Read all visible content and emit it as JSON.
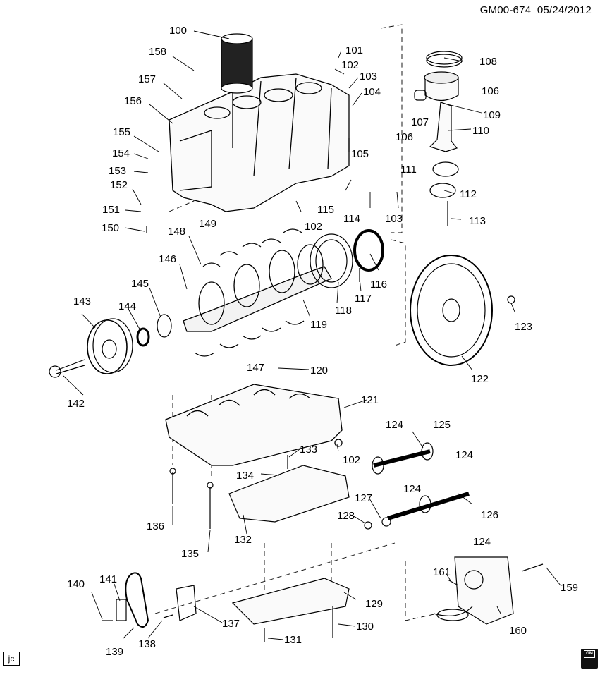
{
  "header": {
    "drawing_id": "GM00-674",
    "date": "05/24/2012"
  },
  "footer": {
    "artist_mark": "jc",
    "logo_text": "GM"
  },
  "labels": [
    "100",
    "101",
    "102",
    "103",
    "104",
    "105",
    "106",
    "107",
    "108",
    "109",
    "110",
    "111",
    "112",
    "113",
    "114",
    "115",
    "116",
    "117",
    "118",
    "119",
    "120",
    "121",
    "122",
    "123",
    "124",
    "125",
    "126",
    "127",
    "128",
    "129",
    "130",
    "131",
    "132",
    "133",
    "134",
    "135",
    "136",
    "137",
    "138",
    "139",
    "140",
    "141",
    "142",
    "143",
    "144",
    "145",
    "146",
    "147",
    "148",
    "149",
    "150",
    "151",
    "152",
    "153",
    "154",
    "155",
    "156",
    "157",
    "158",
    "159",
    "160",
    "161"
  ],
  "secondary_labels": [
    "102",
    "102",
    "103",
    "106",
    "124",
    "124",
    "124"
  ]
}
